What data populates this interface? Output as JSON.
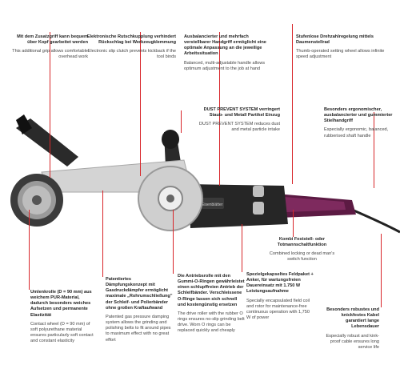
{
  "callouts": [
    {
      "de": "Mit dem Zusatzgriff kann bequem über Kopf gearbeitet werden",
      "en": "This additional grip allows comfortable overhead work"
    },
    {
      "de": "Elektronische Rutschkupplung verhindert Rückschlag bei Werkzeugklemmung",
      "en": "Electronic slip clutch prevents kickback if the tool binds"
    },
    {
      "de": "Ausbalancierter und mehrfach verstellbarer Handgriff ermöglicht eine optimale Anpassung an die jeweilige Arbeitssituation",
      "en": "Balanced, multi-adjustable handle allows optimum adjustment to the job at hand"
    },
    {
      "de": "Stufenlose Drehzahlregelung mittels Daumenstellrad",
      "en": "Thumb-operated setting wheel allows infinite speed adjustment"
    },
    {
      "de": "DUST PREVENT SYSTEM verringert Staub- und Metall Partikel Einzug",
      "en": "DUST PREVENT SYSTEM reduces dust and metal particle intake"
    },
    {
      "de": "Besonders ergonomischer, ausbalancierter und gummierter Stielhandgriff",
      "en": "Especially ergonomic, balanced, rubberised shaft handle"
    },
    {
      "de": "Kombi Feststell- oder Totmannschaltfunktion",
      "en": "Combined locking or dead man's switch function"
    },
    {
      "de": "Umlenkrolle (D = 90 mm) aus weichem PUR-Material, dadurch besonders weiches Aufsetzen und permanente Elastizität",
      "en": "Contact wheel (D = 90 mm) of soft polyurethane material ensures particularly soft contact and constant elasticity"
    },
    {
      "de": "Patentiertes Dämpfungskonzept mit Gasdruckdämpfer ermöglicht maximale „Rohrumschließung\" der Schleif- und Polierbänder ohne großen Kraftaufwand",
      "en": "Patented gas pressure damping system allows the grinding and polishing belts to fit around pipes to maximum effect with no great effort"
    },
    {
      "de": "Die Antriebsrolle mit den Gummi-O-Ringen gewährleistet einen schlupffreien Antrieb der Schleifbänder. Verschleissene O-Ringe lassen sich schnell und kostengünstig ersetzen",
      "en": "The drive roller with the rubber O rings ensures no-slip grinding belt drive. Worn O rings can be replaced quickly and cheaply"
    },
    {
      "de": "Spezielgekapseltes Feldpaket + Anker, für wartungsfreien Dauereinsatz mit 1.750 W Leistungsaufnahme",
      "en": "Specially encapsulated field coil and rotor for maintenance-free continuous operation with 1,750 W of power"
    },
    {
      "de": "Besonders robustes und knickfestes Kabel garantiert lange Lebensdauer",
      "en": "Especially robust and kink-proof cable ensures long service life"
    }
  ],
  "tool": {
    "label_text": "Eisenblätter"
  },
  "colors": {
    "accent": "#d8262a",
    "handle": "#2a2a2a",
    "purple": "#6b1f4e",
    "metal": "#c9c9c9"
  }
}
